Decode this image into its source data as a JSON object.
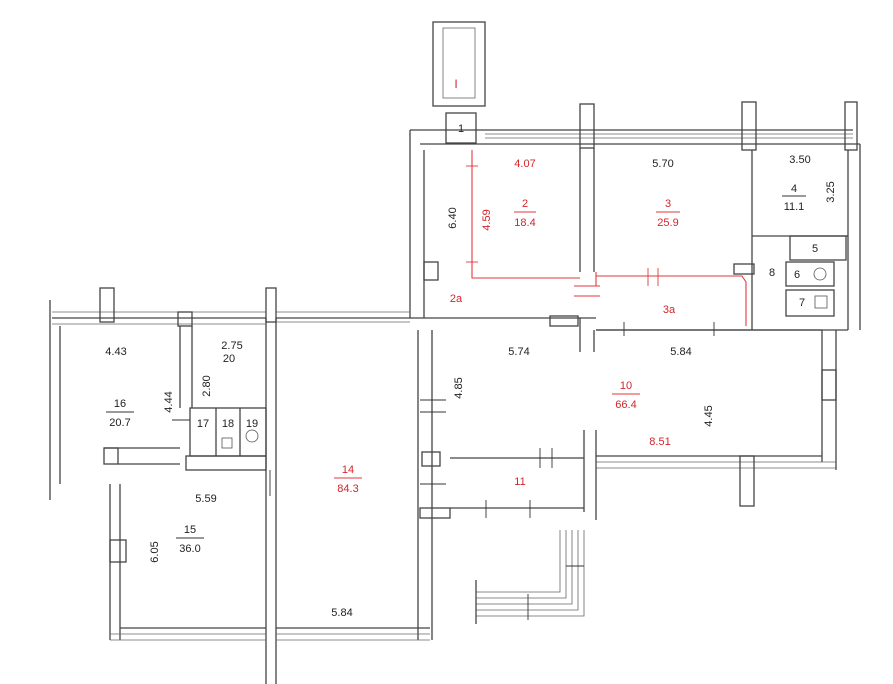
{
  "colors": {
    "wall": "#444444",
    "accent_red": "#d0262b",
    "background": "#ffffff"
  },
  "stair_label": "I",
  "rooms": [
    {
      "id": "r1",
      "number": "1"
    },
    {
      "id": "r2",
      "number": "2",
      "area": "18.4",
      "dim_h": "4.07",
      "dim_v": "4.59",
      "dim_v2": "6.40",
      "highlight": true
    },
    {
      "id": "r2a",
      "number": "2a",
      "highlight": true
    },
    {
      "id": "r3",
      "number": "3",
      "area": "25.9",
      "dim_h": "5.70",
      "highlight": true
    },
    {
      "id": "r3a",
      "number": "3a",
      "highlight": true
    },
    {
      "id": "r4",
      "number": "4",
      "area": "11.1",
      "dim_h": "3.50",
      "dim_v": "3.25"
    },
    {
      "id": "r5",
      "number": "5"
    },
    {
      "id": "r6",
      "number": "6"
    },
    {
      "id": "r7",
      "number": "7"
    },
    {
      "id": "r8",
      "number": "8"
    },
    {
      "id": "r10",
      "number": "10",
      "area": "66.4",
      "dim_h": "5.84",
      "dim_h2": "5.74",
      "dim_h3": "8.51",
      "dim_v": "4.85",
      "dim_v2": "4.45",
      "highlight": true
    },
    {
      "id": "r11",
      "number": "11",
      "highlight": true
    },
    {
      "id": "r14",
      "number": "14",
      "area": "84.3",
      "dim_h": "5.84",
      "highlight": true
    },
    {
      "id": "r15",
      "number": "15",
      "area": "36.0",
      "dim_h": "5.59",
      "dim_v": "6.05"
    },
    {
      "id": "r16",
      "number": "16",
      "area": "20.7",
      "dim_h": "4.43",
      "dim_v": "4.44"
    },
    {
      "id": "r17",
      "number": "17"
    },
    {
      "id": "r18",
      "number": "18"
    },
    {
      "id": "r19",
      "number": "19"
    },
    {
      "id": "r20",
      "number": "20",
      "dim_h": "2.75",
      "dim_v": "2.80"
    }
  ]
}
